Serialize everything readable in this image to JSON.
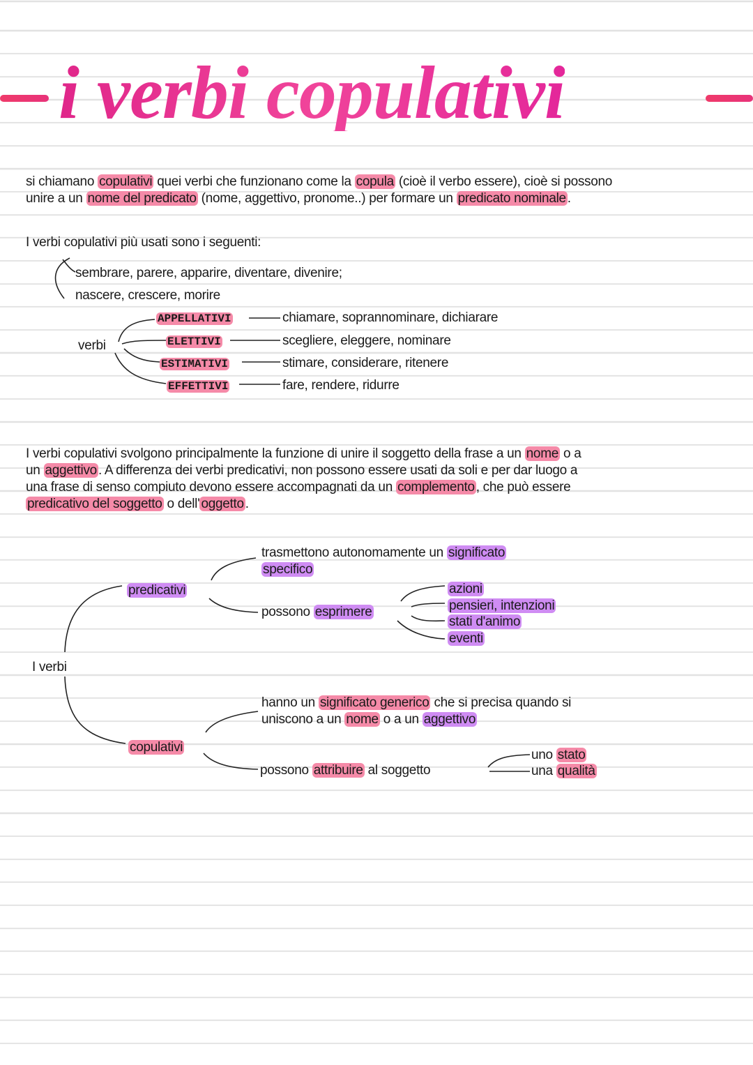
{
  "title": "i verbi copulativi",
  "paragraph1": [
    [
      {
        "t": "si chiamano "
      },
      {
        "t": "copulativi",
        "h": "p"
      },
      {
        "t": " quei verbi che funzionano come la "
      },
      {
        "t": "copula",
        "h": "p"
      },
      {
        "t": " (cioè il verbo essere), cioè si possono"
      }
    ],
    [
      {
        "t": "unire a un "
      },
      {
        "t": "nome del predicato",
        "h": "p"
      },
      {
        "t": " (nome, aggettivo, pronome..) per formare un "
      },
      {
        "t": "predicato nominale",
        "h": "p"
      },
      {
        "t": "."
      }
    ]
  ],
  "list_intro": "I verbi copulativi più usati sono i seguenti:",
  "list_line1": "sembrare, parere, apparire, diventare, divenire;",
  "list_line2": "nascere, crescere, morire",
  "verbi_label": "verbi",
  "categories": [
    {
      "name": "APPELLATIVI",
      "examples": "chiamare, soprannominare, dichiarare"
    },
    {
      "name": "ELETTIVI",
      "examples": "scegliere, eleggere, nominare"
    },
    {
      "name": "ESTIMATIVI",
      "examples": "stimare, considerare, ritenere"
    },
    {
      "name": "EFFETTIVI",
      "examples": "fare, rendere,  ridurre"
    }
  ],
  "paragraph2": [
    [
      {
        "t": "I verbi copulativi svolgono principalmente la funzione di unire il soggetto della frase a un "
      },
      {
        "t": "nome",
        "h": "p"
      },
      {
        "t": " o a"
      }
    ],
    [
      {
        "t": "un "
      },
      {
        "t": "aggettivo",
        "h": "p"
      },
      {
        "t": ". A differenza dei verbi predicativi, non possono essere usati da soli e per dar luogo a"
      }
    ],
    [
      {
        "t": "una frase di senso compiuto devono essere accompagnati da un "
      },
      {
        "t": "complemento",
        "h": "p"
      },
      {
        "t": ", che può essere"
      }
    ],
    [
      {
        "t": "predicativo del soggetto",
        "h": "p"
      },
      {
        "t": " o dell'"
      },
      {
        "t": "oggetto",
        "h": "p"
      },
      {
        "t": "."
      }
    ]
  ],
  "map": {
    "root": "I verbi",
    "predicativi": {
      "label": "predicativi",
      "desc": [
        [
          {
            "t": "trasmettono autonomamente un "
          },
          {
            "t": "significato",
            "h": "v"
          }
        ],
        [
          {
            "t": "specifico",
            "h": "v"
          }
        ]
      ],
      "express": [
        {
          "t": "possono "
        },
        {
          "t": "esprimere",
          "h": "v"
        }
      ],
      "items": [
        "azioni",
        "pensieri, intenzioni",
        "stati d'animo",
        "eventi"
      ]
    },
    "copulativi": {
      "label": "copulativi",
      "desc": [
        [
          {
            "t": "hanno un "
          },
          {
            "t": "significato generico",
            "h": "p"
          },
          {
            "t": " che si precisa quando si"
          }
        ],
        [
          {
            "t": "uniscono a un "
          },
          {
            "t": "nome",
            "h": "p"
          },
          {
            "t": " o a un "
          },
          {
            "t": "aggettivo",
            "h": "v"
          }
        ]
      ],
      "attr": [
        {
          "t": "possono "
        },
        {
          "t": "attribuire",
          "h": "p"
        },
        {
          "t": " al soggetto"
        }
      ],
      "items": [
        [
          {
            "t": "uno "
          },
          {
            "t": "stato",
            "h": "p"
          }
        ],
        [
          {
            "t": "una "
          },
          {
            "t": "qualità",
            "h": "p"
          }
        ]
      ]
    }
  }
}
